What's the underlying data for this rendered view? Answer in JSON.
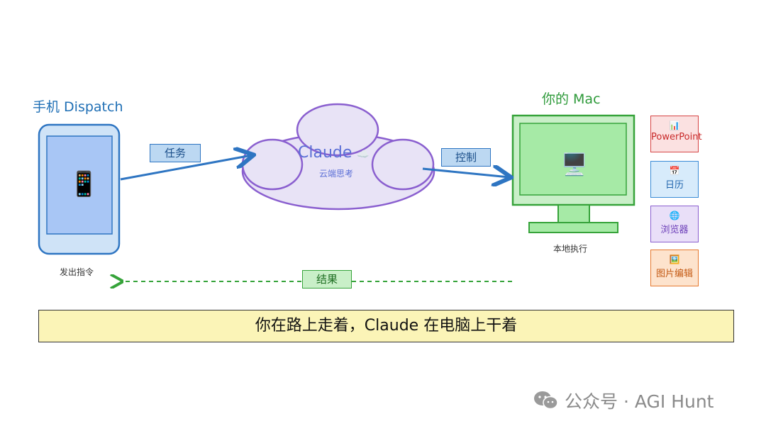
{
  "phone": {
    "title": "手机 Dispatch",
    "caption": "发出指令",
    "icon": "mobile-phone-icon",
    "icon_glyph": "📱"
  },
  "cloud": {
    "title": "Claude",
    "icon_glyph": "☁️",
    "subtitle": "云端思考"
  },
  "mac": {
    "title": "你的 Mac",
    "caption": "本地执行",
    "icon": "desktop-computer-icon",
    "icon_glyph": "🖥️"
  },
  "arrows": {
    "task_label": "任务",
    "control_label": "控制",
    "result_label": "结果"
  },
  "apps": [
    {
      "name": "PowerPoint",
      "icon": "bar-chart-icon",
      "glyph": "📊"
    },
    {
      "name": "日历",
      "icon": "calendar-icon",
      "glyph": "📅"
    },
    {
      "name": "浏览器",
      "icon": "globe-icon",
      "glyph": "🌐"
    },
    {
      "name": "图片编辑",
      "icon": "picture-icon",
      "glyph": "🖼️"
    }
  ],
  "banner": {
    "text": "你在路上走着，Claude 在电脑上干着"
  },
  "watermark": {
    "text": "公众号 · AGI Hunt",
    "icon": "wechat-icon"
  },
  "colors": {
    "blue": "#2e75c2",
    "purple": "#8a5fcf",
    "green": "#36a33a",
    "banner_fill": "#fbf4b7"
  }
}
